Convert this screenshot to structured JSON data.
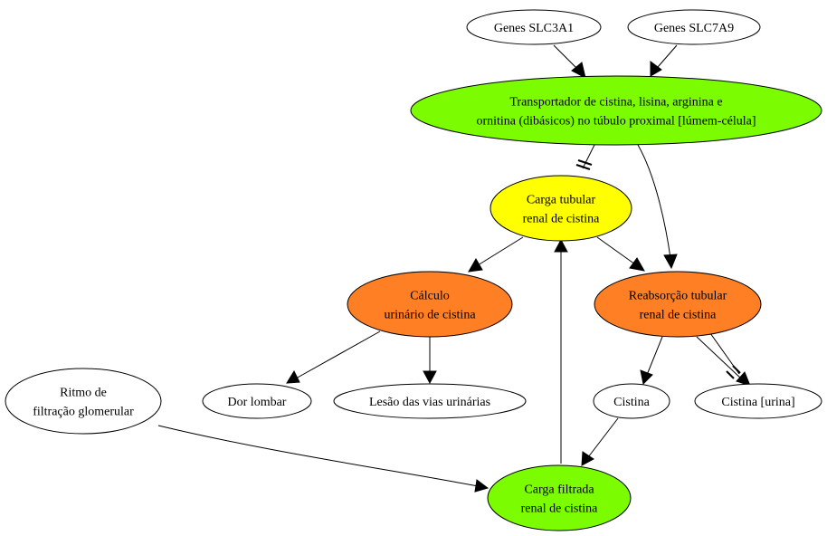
{
  "colors": {
    "white": "#ffffff",
    "green": "#7cfc00",
    "yellow": "#ffff00",
    "orange": "#ff7f24"
  },
  "nodes": {
    "genes_slc3a1": {
      "lines": [
        "Genes SLC3A1"
      ],
      "fill": "white"
    },
    "genes_slc7a9": {
      "lines": [
        "Genes SLC7A9"
      ],
      "fill": "white"
    },
    "transportador": {
      "lines": [
        "Transportador de cistina, lisina, arginina e",
        "ornitina (dibásicos) no túbulo proximal [lúmem-célula]"
      ],
      "fill": "green"
    },
    "carga_tubular": {
      "lines": [
        "Carga tubular",
        "renal de cistina"
      ],
      "fill": "yellow"
    },
    "calculo": {
      "lines": [
        "Cálculo",
        "urinário de cistina"
      ],
      "fill": "orange"
    },
    "reabsorcao": {
      "lines": [
        "Reabsorção tubular",
        "renal de cistina"
      ],
      "fill": "orange"
    },
    "ritmo": {
      "lines": [
        "Ritmo de",
        "filtração glomerular"
      ],
      "fill": "white"
    },
    "dor_lombar": {
      "lines": [
        "Dor lombar"
      ],
      "fill": "white"
    },
    "lesao": {
      "lines": [
        "Lesão das vias urinárias"
      ],
      "fill": "white"
    },
    "cistina": {
      "lines": [
        "Cistina"
      ],
      "fill": "white"
    },
    "cistina_urina": {
      "lines": [
        "Cistina [urina]"
      ],
      "fill": "white"
    },
    "carga_filtrada": {
      "lines": [
        "Carga filtrada",
        "renal de cistina"
      ],
      "fill": "green"
    }
  },
  "edges": [
    {
      "from": "genes_slc3a1",
      "to": "transportador",
      "type": "activates"
    },
    {
      "from": "genes_slc7a9",
      "to": "transportador",
      "type": "activates"
    },
    {
      "from": "transportador",
      "to": "carga_tubular",
      "type": "inhibits"
    },
    {
      "from": "transportador",
      "to": "reabsorcao",
      "type": "activates"
    },
    {
      "from": "carga_tubular",
      "to": "calculo",
      "type": "activates"
    },
    {
      "from": "carga_tubular",
      "to": "reabsorcao",
      "type": "activates"
    },
    {
      "from": "calculo",
      "to": "dor_lombar",
      "type": "activates"
    },
    {
      "from": "calculo",
      "to": "lesao",
      "type": "activates"
    },
    {
      "from": "reabsorcao",
      "to": "cistina",
      "type": "activates"
    },
    {
      "from": "reabsorcao",
      "to": "cistina_urina",
      "type": "activates"
    },
    {
      "from": "reabsorcao",
      "to": "cistina_urina",
      "type": "inhibits"
    },
    {
      "from": "cistina",
      "to": "carga_filtrada",
      "type": "activates"
    },
    {
      "from": "ritmo",
      "to": "carga_filtrada",
      "type": "activates"
    },
    {
      "from": "carga_filtrada",
      "to": "carga_tubular",
      "type": "activates"
    }
  ]
}
